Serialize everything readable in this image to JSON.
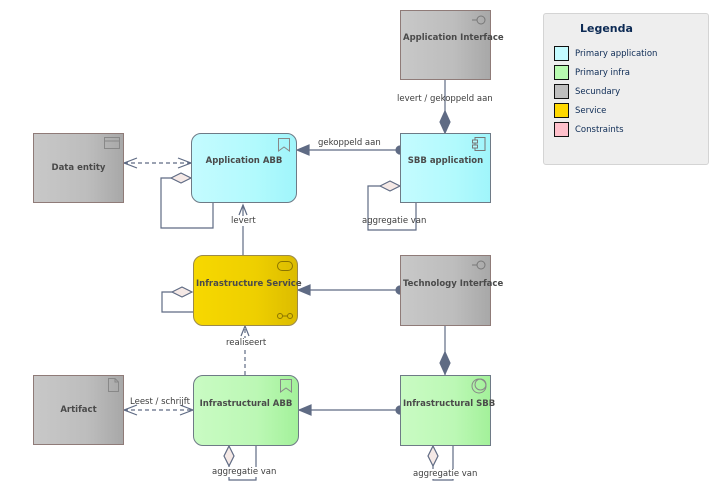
{
  "legend": {
    "title": "Legenda",
    "items": [
      {
        "label": "Primary application",
        "color": "#c4fbff"
      },
      {
        "label": "Primary infra",
        "color": "#b8fbb0"
      },
      {
        "label": "Secundary",
        "color": "#bfbfbf"
      },
      {
        "label": "Service",
        "color": "#ffd800"
      },
      {
        "label": "Constraints",
        "color": "#ffc0cb"
      }
    ]
  },
  "nodes": {
    "application_interface": {
      "label": "Application Interface",
      "icon": "interface-icon"
    },
    "data_entity": {
      "label": "Data entity",
      "icon": "data-entity-icon"
    },
    "application_abb": {
      "label": "Application ABB",
      "icon": "bookmark-icon"
    },
    "sbb_application": {
      "label": "SBB application",
      "icon": "component-icon"
    },
    "infrastructure_service": {
      "label": "Infrastructure Service",
      "icon": "service-icon"
    },
    "technology_interface": {
      "label": "Technology Interface",
      "icon": "interface-icon"
    },
    "artifact": {
      "label": "Artifact",
      "icon": "document-icon"
    },
    "infrastructural_abb": {
      "label": "Infrastructural ABB",
      "icon": "bookmark-icon"
    },
    "infrastructural_sbb": {
      "label": "Infrastructural SBB",
      "icon": "node-icon"
    }
  },
  "edges": {
    "appif_sbb": "levert / gekoppeld aan",
    "sbb_abb": "gekoppeld aan",
    "sbb_aggr": "aggregatie van",
    "service_abb": "levert",
    "infraabb_service": "realiseert",
    "artifact_infraabb": "Leest / schrijft",
    "infraabb_aggr": "aggregatie van",
    "infrasbb_aggr": "aggregatie van"
  }
}
